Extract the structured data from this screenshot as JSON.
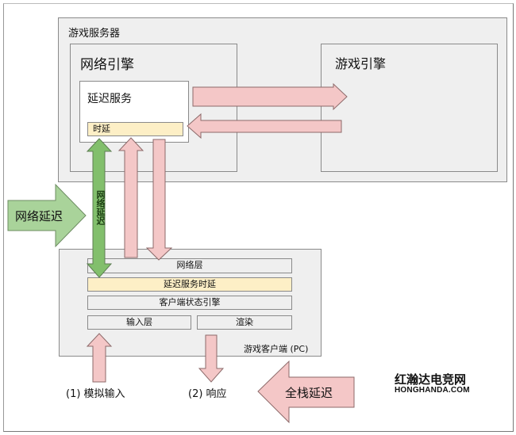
{
  "diagram": {
    "game_server": {
      "title": "游戏服务器",
      "network_engine": {
        "title": "网络引擎",
        "latency_service": {
          "title": "延迟服务",
          "latency_bar": "时延"
        }
      },
      "game_engine": {
        "title": "游戏引擎"
      }
    },
    "network_latency": {
      "side_arrow_label": "网络延迟",
      "vertical_arrow_label": "网络延迟"
    },
    "game_client": {
      "title": "游戏客户端 (PC)",
      "layers": {
        "network_layer": "网络层",
        "latency_service_delay": "延迟服务时延",
        "client_state_engine": "客户端状态引擎",
        "input_layer": "输入层",
        "rendering": "渲染"
      }
    },
    "steps": {
      "simulated_input": "(1) 模拟输入",
      "response": "(2) 响应"
    },
    "full_stack_latency": "全栈延迟",
    "watermark": {
      "cn": "红瀚达电竞网",
      "en": "HONGHANDA.COM"
    },
    "colors": {
      "pink_arrow": "#f4c7c7",
      "pink_stroke": "#8c6a6a",
      "green_arrow": "#82bf6c",
      "green_light_arrow": "#a9d39a",
      "green_stroke": "#5d7e52",
      "panel_fill": "#eeeeee",
      "yellow_bar": "#fdefc6"
    }
  }
}
